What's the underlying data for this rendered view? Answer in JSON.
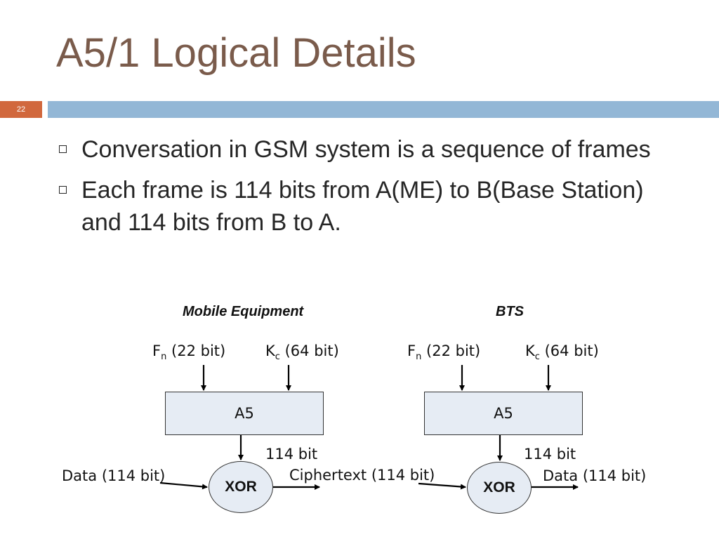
{
  "slide": {
    "title": "A5/1 Logical Details",
    "page_number": "22",
    "accent_color": "#d1683d",
    "rule_color": "#93b7d6",
    "title_color": "#7a5b4b"
  },
  "bullets": [
    "Conversation in GSM system is a sequence of frames",
    "Each frame is 114 bits from A(ME) to B(Base Station) and 114 bits from B to A."
  ],
  "diagram": {
    "left": {
      "heading": "Mobile Equipment",
      "fn_main": "F",
      "fn_sub": "n",
      "fn_rest": " (22 bit)",
      "kc_main": "K",
      "kc_sub": "c",
      "kc_rest": "  (64 bit)",
      "box_label": "A5",
      "keystream_label": "114 bit",
      "xor_label": "XOR",
      "input_label": "Data (114 bit)",
      "output_label": "Ciphertext (114 bit)"
    },
    "right": {
      "heading": "BTS",
      "fn_main": "F",
      "fn_sub": "n",
      "fn_rest": " (22 bit)",
      "kc_main": "K",
      "kc_sub": "c",
      "kc_rest": "  (64 bit)",
      "box_label": "A5",
      "keystream_label": "114 bit",
      "xor_label": "XOR",
      "output_label": "Data (114 bit)"
    }
  }
}
